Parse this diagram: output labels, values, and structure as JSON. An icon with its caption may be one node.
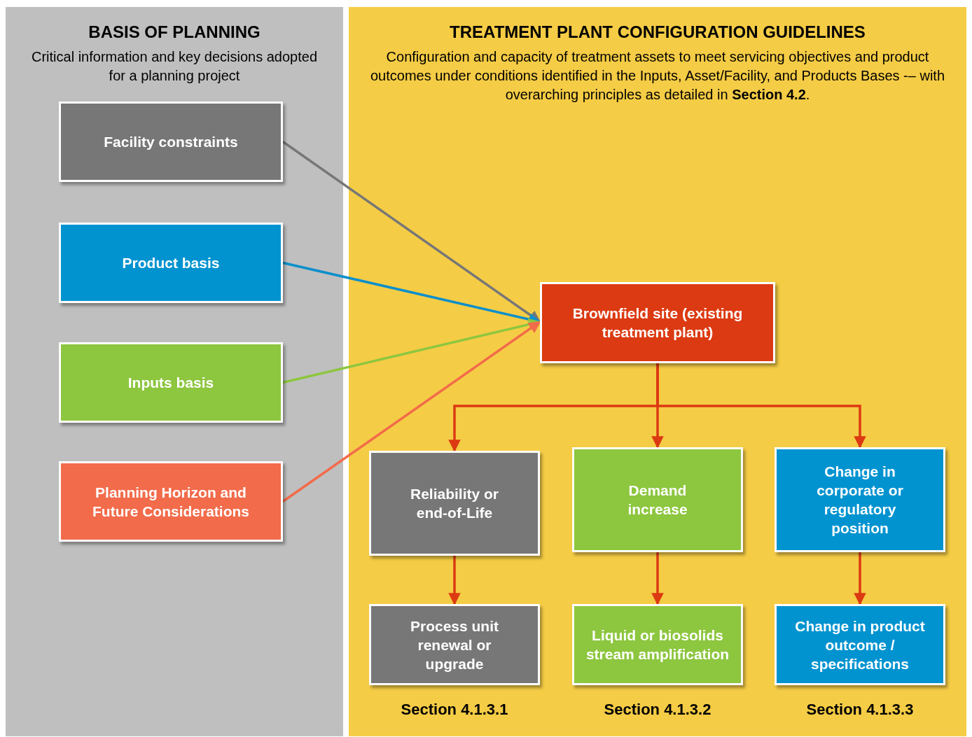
{
  "diagram": {
    "nodes": [
      {
        "text": [
          "BASIS OF PLANNING",
          "Critical information and key decisions adopted for a planning project"
        ]
      },
      {
        "text": [
          "TREATMENT PLANT CONFIGURATION GUIDELINES",
          "Configuration and capacity of treatment assets to meet servicing objectives and product outcomes under conditions identified in the Inputs, Asset/Facility, and Products Bases -– with overarching principles as detailed in **Section 4.2**."
        ]
      },
      {
        "text": [
          "Facility constraints"
        ],
        "in": 0
      },
      {
        "text": [
          "Product basis"
        ],
        "in": 0
      },
      {
        "text": [
          "Inputs basis"
        ],
        "in": 0
      },
      {
        "text": [
          "Planning Horizon and Future Considerations"
        ],
        "in": 0
      },
      {
        "text": [
          "Brownfield site (existing treatment plant)"
        ],
        "in": 1
      },
      {
        "text": [
          "Reliability or end-of-Life"
        ],
        "in": 1
      },
      {
        "text": [
          "Demand increase"
        ],
        "in": 1
      },
      {
        "text": [
          "Change in corporate or regulatory position"
        ],
        "in": 1
      },
      {
        "text": [
          "Process unit renewal or upgrade"
        ],
        "in": 1,
        "beside": [
          "Section 4.1.3.1"
        ]
      },
      {
        "text": [
          "Liquid or biosolids stream amplification"
        ],
        "in": 1,
        "beside": [
          "Section 4.1.3.2"
        ]
      },
      {
        "text": [
          "Change in product outcome / specifications"
        ],
        "in": 1,
        "beside": [
          "Section 4.1.3.3"
        ]
      }
    ],
    "edges": [
      {
        "from": 2,
        "to": 6,
        "arrow": "to",
        "color": "#777777"
      },
      {
        "from": 3,
        "to": 6,
        "arrow": "to",
        "color": "#0b8fcc"
      },
      {
        "from": 4,
        "to": 6,
        "arrow": "to",
        "color": "#8dc63f"
      },
      {
        "from": 5,
        "to": 6,
        "arrow": "to",
        "color": "#f26b4a"
      },
      {
        "from": 6,
        "to": 7,
        "arrow": "to"
      },
      {
        "from": 6,
        "to": 8,
        "arrow": "to"
      },
      {
        "from": 6,
        "to": 9,
        "arrow": "to"
      },
      {
        "from": 7,
        "to": 10,
        "arrow": "to"
      },
      {
        "from": 8,
        "to": 11,
        "arrow": "to"
      },
      {
        "from": 9,
        "to": 12,
        "arrow": "to"
      }
    ]
  }
}
